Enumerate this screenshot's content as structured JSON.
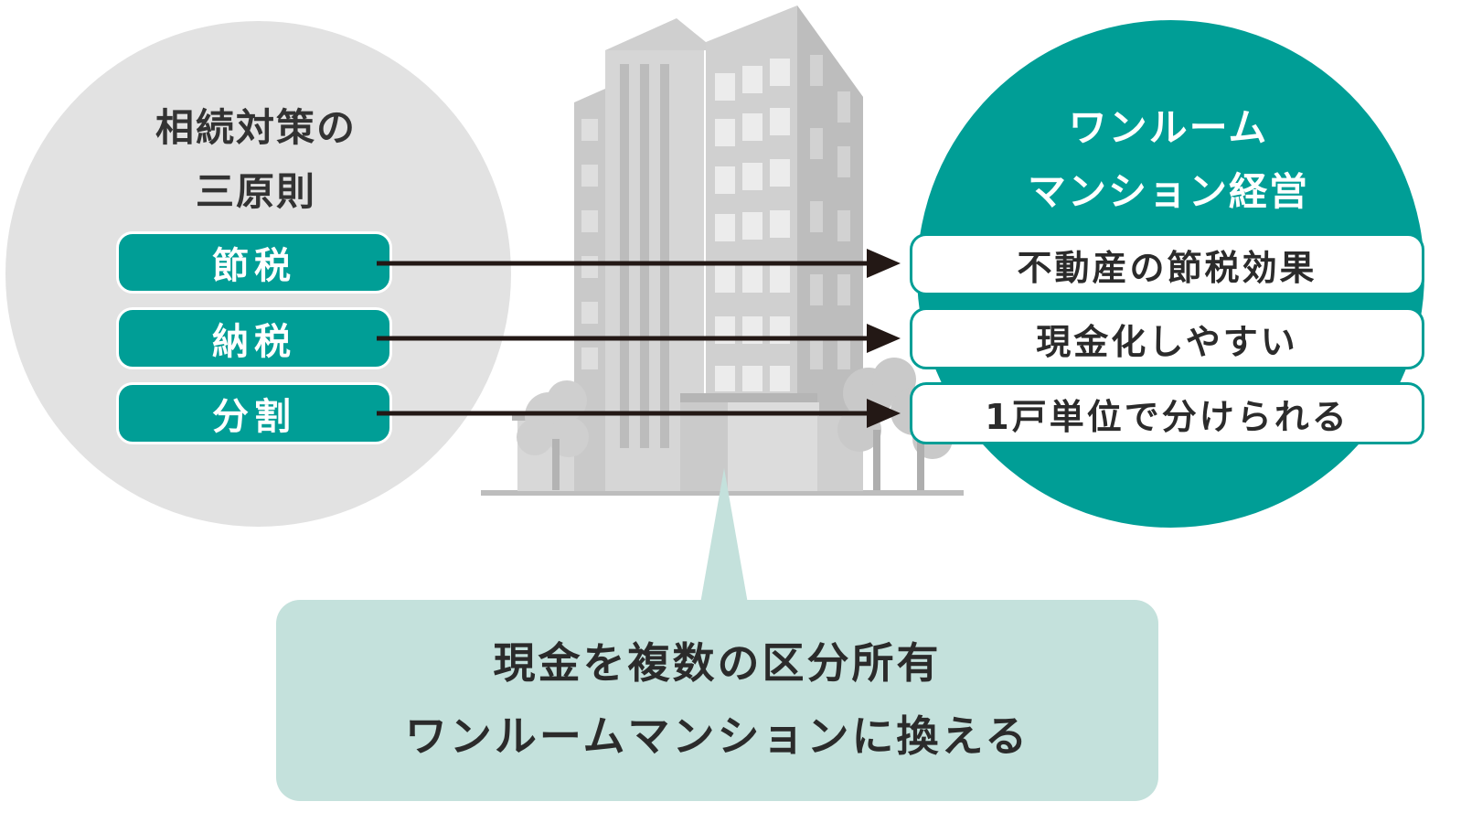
{
  "left_panel": {
    "title_line1": "相続対策の",
    "title_line2": "三原則",
    "items": [
      {
        "label": "節税"
      },
      {
        "label": "納税"
      },
      {
        "label": "分割"
      }
    ]
  },
  "right_panel": {
    "title_line1": "ワンルーム",
    "title_line2": "マンション経営",
    "items": [
      {
        "label": "不動産の節税効果"
      },
      {
        "label": "現金化しやすい"
      },
      {
        "label": "1戸単位で分けられる"
      }
    ]
  },
  "callout": {
    "line1": "現金を複数の区分所有",
    "line2": "ワンルームマンションに換える"
  },
  "colors": {
    "teal": "#009e96",
    "left_circle": "#e2e2e2",
    "callout_bg": "#c4e1dc",
    "text_dark": "#2b2b2b",
    "arrow": "#231815"
  },
  "icons": [
    "building-illustration",
    "tree-icon",
    "arrow-right-icon"
  ]
}
